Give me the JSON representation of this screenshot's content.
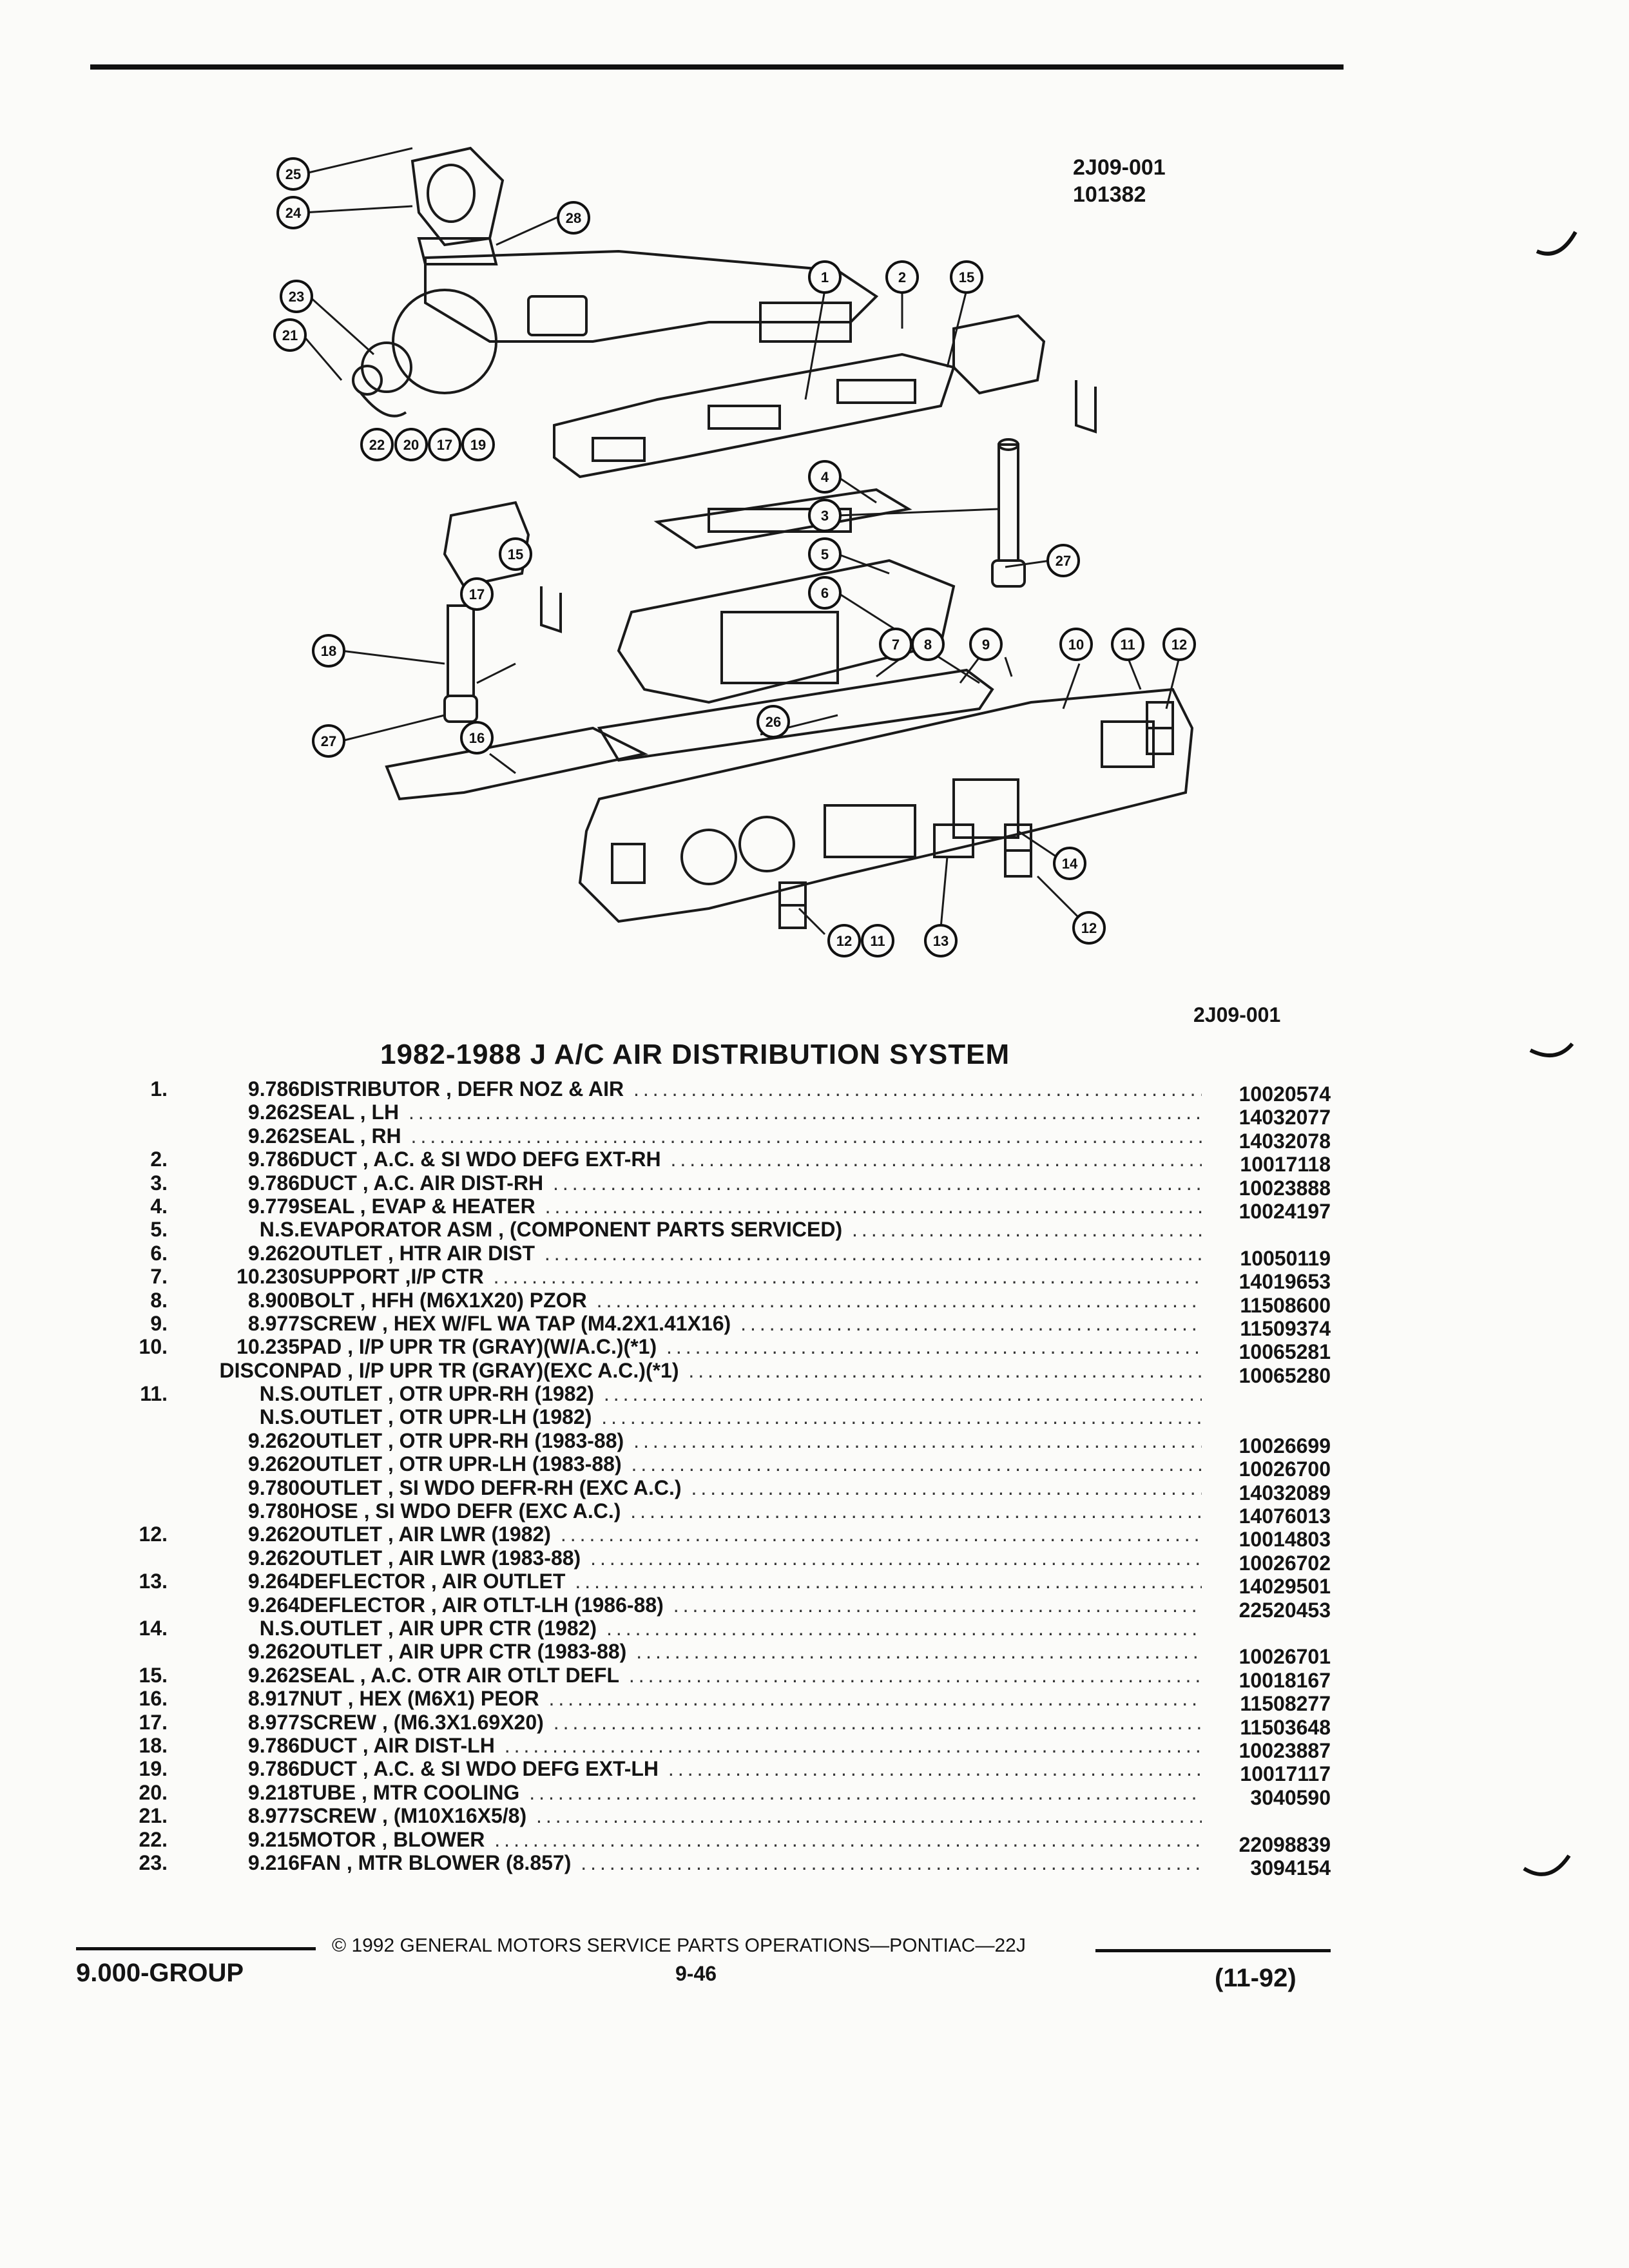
{
  "header": {
    "ref_code": "2J09-001",
    "ref_date": "101382",
    "figure_code": "2J09-001"
  },
  "diagram": {
    "callouts": [
      "1",
      "2",
      "3",
      "4",
      "5",
      "6",
      "7",
      "8",
      "9",
      "10",
      "11",
      "12",
      "13",
      "14",
      "15",
      "16",
      "17",
      "18",
      "19",
      "20",
      "21",
      "22",
      "23",
      "24",
      "25",
      "26",
      "27",
      "28"
    ]
  },
  "section_title": "1982-1988 J A/C AIR DISTRIBUTION SYSTEM",
  "parts": [
    {
      "num": "1.",
      "group": "9.786",
      "desc": "DISTRIBUTOR , DEFR NOZ & AIR",
      "part": "10020574"
    },
    {
      "num": "",
      "group": "9.262",
      "desc": "SEAL , LH",
      "part": "14032077"
    },
    {
      "num": "",
      "group": "9.262",
      "desc": "SEAL , RH",
      "part": "14032078"
    },
    {
      "num": "2.",
      "group": "9.786",
      "desc": "DUCT , A.C. & SI WDO DEFG EXT-RH",
      "part": "10017118"
    },
    {
      "num": "3.",
      "group": "9.786",
      "desc": "DUCT , A.C. AIR DIST-RH",
      "part": "10023888"
    },
    {
      "num": "4.",
      "group": "9.779",
      "desc": "SEAL , EVAP & HEATER",
      "part": "10024197"
    },
    {
      "num": "5.",
      "group": "N.S.",
      "desc": "EVAPORATOR ASM , (COMPONENT PARTS SERVICED)",
      "part": ""
    },
    {
      "num": "6.",
      "group": "9.262",
      "desc": "OUTLET , HTR AIR DIST",
      "part": "10050119"
    },
    {
      "num": "7.",
      "group": "10.230",
      "desc": "SUPPORT ,I/P CTR",
      "part": "14019653"
    },
    {
      "num": "8.",
      "group": "8.900",
      "desc": "BOLT , HFH (M6X1X20) PZOR",
      "part": "11508600"
    },
    {
      "num": "9.",
      "group": "8.977",
      "desc": "SCREW , HEX W/FL WA TAP (M4.2X1.41X16)",
      "part": "11509374"
    },
    {
      "num": "10.",
      "group": "10.235",
      "desc": "PAD , I/P UPR TR (GRAY)(W/A.C.)(*1)",
      "part": "10065281"
    },
    {
      "num": "",
      "group": "DISCON",
      "desc": "PAD , I/P UPR TR (GRAY)(EXC A.C.)(*1)",
      "part": "10065280"
    },
    {
      "num": "11.",
      "group": "N.S.",
      "desc": "OUTLET , OTR UPR-RH (1982)",
      "part": ""
    },
    {
      "num": "",
      "group": "N.S.",
      "desc": "OUTLET , OTR UPR-LH (1982)",
      "part": ""
    },
    {
      "num": "",
      "group": "9.262",
      "desc": "OUTLET , OTR UPR-RH (1983-88)",
      "part": "10026699"
    },
    {
      "num": "",
      "group": "9.262",
      "desc": "OUTLET , OTR UPR-LH (1983-88)",
      "part": "10026700"
    },
    {
      "num": "",
      "group": "9.780",
      "desc": "OUTLET , SI WDO DEFR-RH (EXC A.C.)",
      "part": "14032089"
    },
    {
      "num": "",
      "group": "9.780",
      "desc": "HOSE , SI WDO DEFR (EXC A.C.)",
      "part": "14076013"
    },
    {
      "num": "12.",
      "group": "9.262",
      "desc": "OUTLET , AIR LWR (1982)",
      "part": "10014803"
    },
    {
      "num": "",
      "group": "9.262",
      "desc": "OUTLET , AIR LWR (1983-88)",
      "part": "10026702"
    },
    {
      "num": "13.",
      "group": "9.264",
      "desc": "DEFLECTOR , AIR OUTLET",
      "part": "14029501"
    },
    {
      "num": "",
      "group": "9.264",
      "desc": "DEFLECTOR , AIR OTLT-LH (1986-88)",
      "part": "22520453"
    },
    {
      "num": "14.",
      "group": "N.S.",
      "desc": "OUTLET , AIR UPR CTR (1982)",
      "part": ""
    },
    {
      "num": "",
      "group": "9.262",
      "desc": "OUTLET , AIR UPR CTR (1983-88)",
      "part": "10026701"
    },
    {
      "num": "15.",
      "group": "9.262",
      "desc": "SEAL , A.C. OTR AIR OTLT DEFL",
      "part": "10018167"
    },
    {
      "num": "16.",
      "group": "8.917",
      "desc": "NUT , HEX (M6X1) PEOR",
      "part": "11508277"
    },
    {
      "num": "17.",
      "group": "8.977",
      "desc": "SCREW , (M6.3X1.69X20)",
      "part": "11503648"
    },
    {
      "num": "18.",
      "group": "9.786",
      "desc": "DUCT , AIR DIST-LH",
      "part": "10023887"
    },
    {
      "num": "19.",
      "group": "9.786",
      "desc": "DUCT , A.C. & SI WDO DEFG EXT-LH",
      "part": "10017117"
    },
    {
      "num": "20.",
      "group": "9.218",
      "desc": "TUBE , MTR COOLING",
      "part": "3040590"
    },
    {
      "num": "21.",
      "group": "8.977",
      "desc": "SCREW , (M10X16X5/8)",
      "part": ""
    },
    {
      "num": "22.",
      "group": "9.215",
      "desc": "MOTOR , BLOWER",
      "part": "22098839"
    },
    {
      "num": "23.",
      "group": "9.216",
      "desc": "FAN , MTR BLOWER (8.857)",
      "part": "3094154"
    }
  ],
  "footer": {
    "copyright": "© 1992 GENERAL MOTORS SERVICE PARTS OPERATIONS—PONTIAC—22J",
    "group_label": "9.000-GROUP",
    "page_number": "9-46",
    "revision": "(11-92)"
  }
}
